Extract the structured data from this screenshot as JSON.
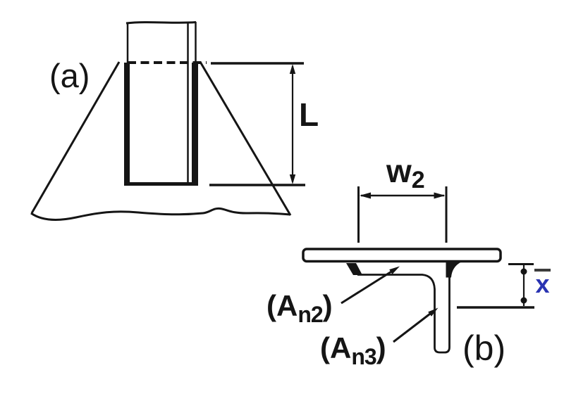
{
  "colors": {
    "ink": "#151515",
    "background": "#ffffff",
    "xbar_text": "#2a34b2",
    "xbar_overline": "#3c3c3c"
  },
  "part_a": {
    "label": "(a)",
    "weld_length": "L"
  },
  "part_b": {
    "label": "(b)",
    "width": {
      "base": "w",
      "sub": "2"
    },
    "centroid": {
      "base": "x"
    },
    "flange_net_area": {
      "open": "(A",
      "sub": "n2",
      "close": ")"
    },
    "stem_net_area": {
      "open": "(A",
      "sub": "n3",
      "close": ")"
    }
  }
}
